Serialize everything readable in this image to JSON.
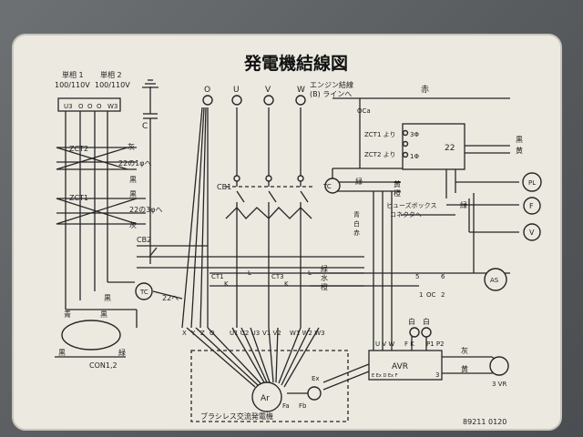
{
  "title": "発電機結線図",
  "serial": "89211 0120",
  "single_phase_1": {
    "name": "単相 1",
    "voltage": "100/110V",
    "terminals": [
      "U3",
      "O",
      "O"
    ]
  },
  "single_phase_2": {
    "name": "単相 2",
    "voltage": "100/110V",
    "terminals": [
      "O",
      "W3"
    ]
  },
  "main_terminals": [
    "O",
    "U",
    "V",
    "W"
  ],
  "engine_note": {
    "line1": "エンジン結線",
    "line2": "(B) ラインへ"
  },
  "red": "赤",
  "gray": "灰",
  "black": "黒",
  "yellow": "黄",
  "green": "緑",
  "blue": "青",
  "white": "白",
  "water": "水",
  "orange": "橙",
  "zct2": "ZCT2",
  "zct1": "ZCT1",
  "to_22_single": "22の1φへ",
  "to_22_three": "22の3φへ",
  "c_label": "C",
  "ocr": "OCa",
  "zct1_from": "ZCT1 より",
  "zct2_from": "ZCT2 より",
  "phase_3": "3Φ",
  "phase_1": "1Φ",
  "relay_22": "22",
  "cb1": "CB1",
  "cb2": "CB2",
  "tc": "TC",
  "fuse_box": {
    "line1": "ヒューズボックス",
    "line2": "コネクタへ"
  },
  "ct1": "CT1",
  "ct3": "CT3",
  "l_label": "L",
  "k_label": "K",
  "to_22": "22へ",
  "con": "CON1,2",
  "xyzo": [
    "X",
    "Y",
    "Z",
    "O"
  ],
  "u_group": "U1 U2 U3",
  "v_group": "V1 V2",
  "w_group": "W1 W2 W3",
  "gen_label": "ブラシレス交流発電機",
  "ar": "Ar",
  "ex": "Ex",
  "fa": "Fa",
  "fb": "Fb",
  "avr": "AVR",
  "avr_top": "U V W",
  "avr_f": "F  K",
  "avr_p": "P1 P2",
  "avr_left": "E Ex D Ex F",
  "avr_3": "3",
  "vr_label": "3 VR",
  "oc": "OC",
  "side_marks": [
    "PL",
    "F",
    "V"
  ],
  "meter_label": "AS",
  "num_3": "3",
  "num_5": "5",
  "num_6": "6",
  "num_1": "1",
  "num_2": "2"
}
